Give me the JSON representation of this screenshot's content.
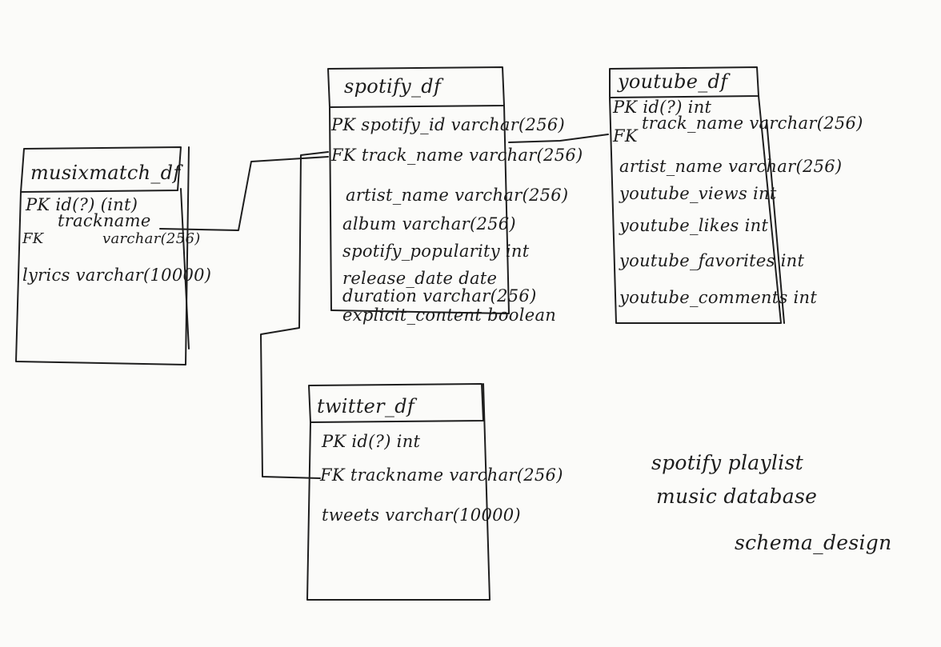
{
  "tables": {
    "musixmatch": {
      "name": "musixmatch_df",
      "id_row": "PK  id(?) (int)",
      "trackname": "trackname",
      "fk": "FK",
      "trackname_type": "varchar(256)",
      "lyrics_row": "lyrics  varchar(10000)"
    },
    "spotify": {
      "name": "spotify_df",
      "pk_row": "PK spotify_id varchar(256)",
      "fk_row": "FK track_name varchar(256)",
      "artist_row": "artist_name varchar(256)",
      "album_row": "album varchar(256)",
      "popularity_row": "spotify_popularity int",
      "release_row": "release_date date",
      "duration_row": "duration  varchar(256)",
      "explicit_row": "explicit_content boolean"
    },
    "youtube": {
      "name": "youtube_df",
      "pk_row": "PK  id(?)  int",
      "fk_row": "FK",
      "track_name": "track_name varchar(256)",
      "artist_row": "artist_name varchar(256)",
      "views_row": "youtube_views   int",
      "likes_row": "youtube_likes   int",
      "favorites_row": "youtube_favorites int",
      "comments_row": "youtube_comments  int"
    },
    "twitter": {
      "name": "twitter_df",
      "pk_row": "PK  id(?)  int",
      "fk_row": "FK trackname varchar(256)",
      "tweets_row": "tweets varchar(10000)"
    }
  },
  "caption": {
    "line1": "spotify playlist",
    "line2": "music database",
    "line3": "schema_design"
  }
}
